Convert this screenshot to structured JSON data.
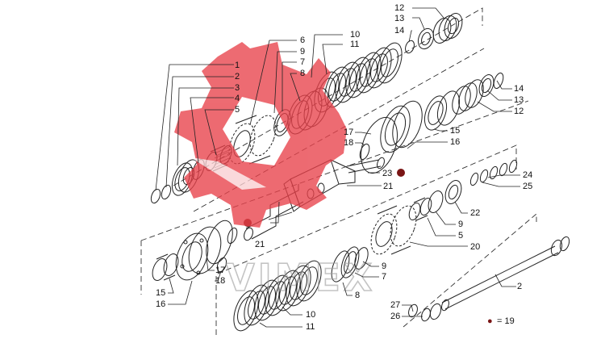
{
  "diagram": {
    "callouts": [
      {
        "id": "c1",
        "text": "1"
      },
      {
        "id": "c2",
        "text": "2"
      },
      {
        "id": "c3",
        "text": "3"
      },
      {
        "id": "c4",
        "text": "4"
      },
      {
        "id": "c5",
        "text": "5"
      },
      {
        "id": "c6",
        "text": "6"
      },
      {
        "id": "c9a",
        "text": "9"
      },
      {
        "id": "c7a",
        "text": "7"
      },
      {
        "id": "c8a",
        "text": "8"
      },
      {
        "id": "c10a",
        "text": "10"
      },
      {
        "id": "c11a",
        "text": "11"
      },
      {
        "id": "c12a",
        "text": "12"
      },
      {
        "id": "c13a",
        "text": "13"
      },
      {
        "id": "c14a",
        "text": "14"
      },
      {
        "id": "c14b",
        "text": "14"
      },
      {
        "id": "c13b",
        "text": "13"
      },
      {
        "id": "c12b",
        "text": "12"
      },
      {
        "id": "c15a",
        "text": "15"
      },
      {
        "id": "c16a",
        "text": "16"
      },
      {
        "id": "c17a",
        "text": "17"
      },
      {
        "id": "c18a",
        "text": "18"
      },
      {
        "id": "c23",
        "text": "23"
      },
      {
        "id": "c21a",
        "text": "21"
      },
      {
        "id": "c21b",
        "text": "21"
      },
      {
        "id": "c24",
        "text": "24"
      },
      {
        "id": "c25",
        "text": "25"
      },
      {
        "id": "c22",
        "text": "22"
      },
      {
        "id": "c9b",
        "text": "9"
      },
      {
        "id": "c5b",
        "text": "5"
      },
      {
        "id": "c20",
        "text": "20"
      },
      {
        "id": "c9c",
        "text": "9"
      },
      {
        "id": "c7b",
        "text": "7"
      },
      {
        "id": "c8b",
        "text": "8"
      },
      {
        "id": "c17b",
        "text": "17"
      },
      {
        "id": "c18b",
        "text": "18"
      },
      {
        "id": "c15b",
        "text": "15"
      },
      {
        "id": "c16b",
        "text": "16"
      },
      {
        "id": "c10b",
        "text": "10"
      },
      {
        "id": "c11b",
        "text": "11"
      },
      {
        "id": "c27",
        "text": "27"
      },
      {
        "id": "c26",
        "text": "26"
      },
      {
        "id": "c2b",
        "text": "2"
      }
    ],
    "legend": {
      "symbol": "●",
      "text": "= 19"
    },
    "watermark": {
      "text": "VIMEX",
      "color": "#e8414a"
    }
  }
}
